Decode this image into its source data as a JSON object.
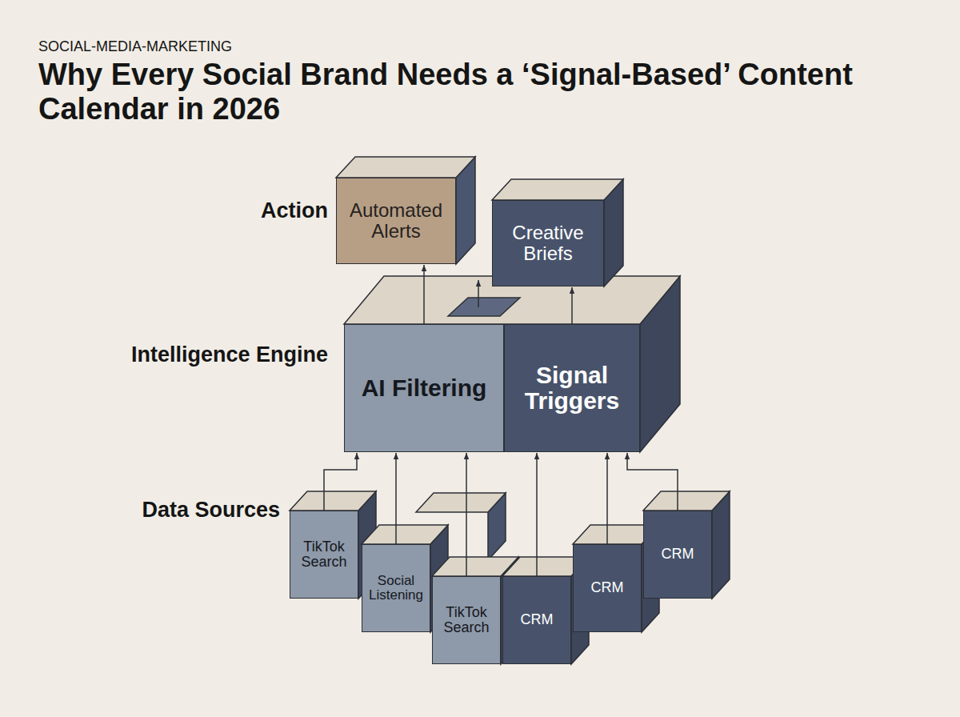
{
  "diagram": {
    "title": "Why Every Social Brand Needs a ‘Signal-Based’ Content Calendar in 2026",
    "nodes": [
      {
        "text": [
          "Automated Alerts"
        ]
      },
      {
        "text": [
          "Creative Briefs"
        ]
      },
      {
        "text": [
          "AI Filtering"
        ]
      },
      {
        "text": [
          "Signal Triggers"
        ]
      },
      {
        "text": [
          "TikTok Search"
        ]
      },
      {
        "text": [
          "Social Listening"
        ]
      },
      {
        "text": [
          "TikTok Search"
        ]
      },
      {
        "text": [
          "CRM"
        ]
      },
      {
        "text": [
          "CRM"
        ]
      },
      {
        "text": [
          "CRM"
        ]
      }
    ],
    "edges": [
      {
        "from": 2,
        "to": 0,
        "arrow": "to"
      },
      {
        "from": 3,
        "to": 1,
        "arrow": "to"
      },
      {
        "from": 4,
        "to": 2,
        "arrow": "to"
      },
      {
        "from": 5,
        "to": 2,
        "arrow": "to"
      },
      {
        "from": 6,
        "to": 2,
        "arrow": "to"
      },
      {
        "from": 7,
        "to": 3,
        "arrow": "to"
      },
      {
        "from": 8,
        "to": 3,
        "arrow": "to"
      },
      {
        "from": 9,
        "to": 3,
        "arrow": "to"
      }
    ],
    "labels": [
      "SOCIAL-MEDIA-MARKETING",
      "Action",
      "Intelligence Engine",
      "Data Sources"
    ]
  }
}
